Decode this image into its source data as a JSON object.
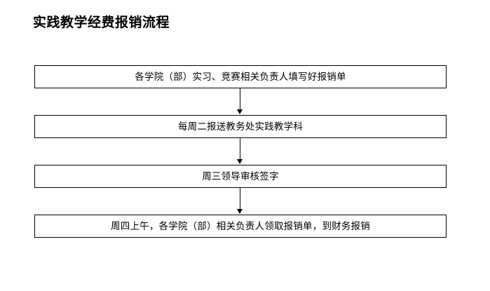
{
  "page": {
    "title": "实践教学经费报销流程",
    "background_color": "#ffffff",
    "line_color": "#000000"
  },
  "chart_data": {
    "type": "diagram",
    "diagram_type": "flowchart",
    "orientation": "vertical-top-to-bottom",
    "title": "实践教学经费报销流程",
    "nodes": [
      {
        "id": "step-1",
        "shape": "rectangle",
        "label": "各学院（部）实习、竞赛相关负责人填写好报销单"
      },
      {
        "id": "step-2",
        "shape": "rectangle",
        "label": "每周二报送教务处实践教学科"
      },
      {
        "id": "step-3",
        "shape": "rectangle",
        "label": "周三领导审核签字"
      },
      {
        "id": "step-4",
        "shape": "rectangle",
        "label": "周四上午，各学院（部）相关负责人领取报销单，到财务报销"
      }
    ],
    "edges": [
      {
        "from": "step-1",
        "to": "step-2",
        "style": "solid-arrow-down",
        "label": ""
      },
      {
        "from": "step-2",
        "to": "step-3",
        "style": "solid-arrow-down",
        "label": ""
      },
      {
        "from": "step-3",
        "to": "step-4",
        "style": "solid-arrow-down",
        "label": ""
      }
    ]
  },
  "flow": {
    "steps": [
      {
        "label": "各学院（部）实习、竞赛相关负责人填写好报销单"
      },
      {
        "label": "每周二报送教务处实践教学科"
      },
      {
        "label": "周三领导审核签字"
      },
      {
        "label": "周四上午，各学院（部）相关负责人领取报销单，到财务报销"
      }
    ]
  }
}
